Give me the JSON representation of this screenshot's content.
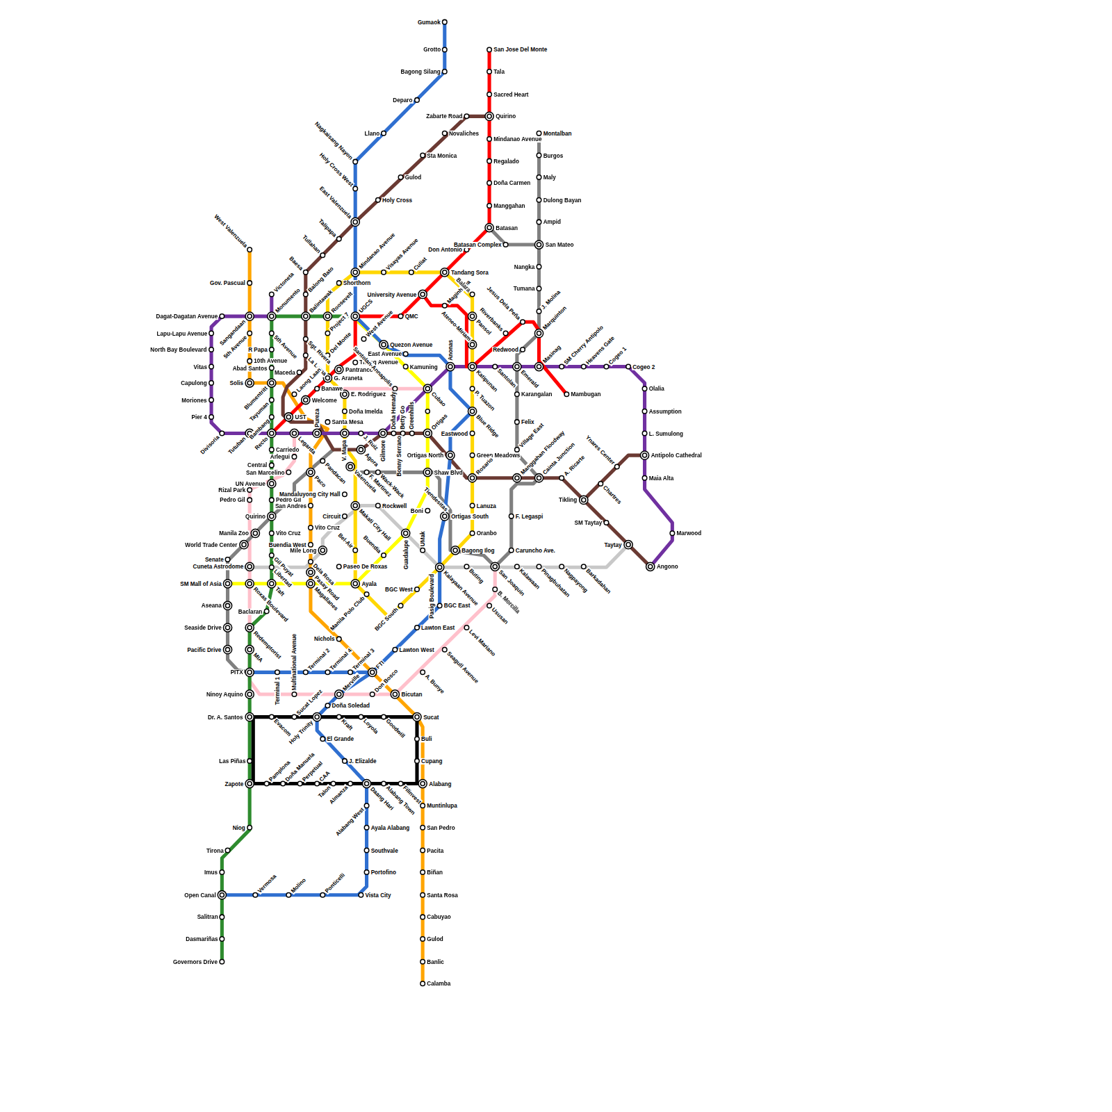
{
  "diagram": {
    "labels": [
      "Gumaok",
      "Grotto",
      "Bagong Silang",
      "Deparo",
      "Llano",
      "Nagkaisang Nayon",
      "Holy Cross West",
      "East Valenzuela",
      "Talipapa",
      "Tullahan",
      "Baesa",
      "Holy Cross",
      "Gulod",
      "Sta Monica",
      "Novaliches",
      "Zabarte Road",
      "Quirino",
      "San Jose Del Monte",
      "Tala",
      "Sacred Heart",
      "Mindanao Avenue",
      "Regalado",
      "Doña Carmen",
      "Manggahan",
      "Batasan",
      "Batasan Complex",
      "Montalban",
      "Burgos",
      "Maly",
      "Dulong Bayan",
      "Ampid",
      "San Mateo",
      "Nangka",
      "Tumana",
      "J. Molina",
      "Marquinton",
      "Don Antonio",
      "Tandang Sora",
      "Culiat",
      "Visayas Avenue",
      "Mindanao Avenue",
      "Shorthorn",
      "University Avenue",
      "Maginhawa",
      "Balara",
      "Ateneo-Miriam",
      "Pansol",
      "Jesus Dela Peña",
      "Riverbanks",
      "Redwood",
      "QMC",
      "UGCS",
      "Roosevelt",
      "Balintawak",
      "Balong Bato",
      "Monumento",
      "Victoneta",
      "Sangandaan",
      "West Valenzuela",
      "Gov. Pascual",
      "Dagat-Dagatan Avenue",
      "Lapu-Lapu Avenue",
      "North Bay Boulevard",
      "Vitas",
      "Capulong",
      "Moriones",
      "Pier 4",
      "Divisoria",
      "Tutuban",
      "5th Avenue",
      "5th Avenue",
      "R Papa",
      "10th Avenue",
      "Abad Santos",
      "Maceda",
      "Sgt. Rivera",
      "La Loma",
      "Project 7",
      "Del Monte",
      "West Avenue",
      "Quezon Avenue",
      "East Avenue",
      "Kamuning",
      "Timog Avenue",
      "Pantranco",
      "G. Araneta",
      "Banawe",
      "Welcome",
      "E. Rodriguez",
      "Doña Imelda",
      "Santa Mesa",
      "UST",
      "Laong Laan",
      "Blumentritt",
      "Solis",
      "Tayuman",
      "Bambang",
      "Recto",
      "Legarda",
      "Pureza",
      "V. Mapa",
      "J. Ruiz",
      "Gilmore",
      "Santolan-Annapolis",
      "Doña Hemady",
      "Betty Go",
      "Greenhills",
      "Bonny Serrano",
      "Ortigas",
      "Cubao",
      "Anonas",
      "Katipunan",
      "Santolan",
      "Emerald",
      "Masinag",
      "SM Cherry Antipolo",
      "Heavens Gate",
      "Cogeo 1",
      "Cogeo 2",
      "Olalia",
      "Assumption",
      "L. Sumulong",
      "Antipolo Cathedral",
      "Maia Alta",
      "Marwood",
      "Angono",
      "Taytay",
      "SM Taytay",
      "Tikling",
      "Chartres",
      "Ynares Center",
      "A. Ricarte",
      "Cainta Junction",
      "Manggahan Floodway",
      "Village East",
      "Felix",
      "Karangalan",
      "Mambugan",
      "P. Tuazon",
      "Blue Ridge",
      "Eastwood",
      "Green Meadows",
      "Ortigas North",
      "Shaw Blvd",
      "Rosario",
      "Lanuza",
      "Tiendesitas",
      "Ortigas South",
      "Oranbo",
      "Boni",
      "Guadalupe",
      "UMak",
      "Pasig Boulevard",
      "Kalayaan Avenue",
      "BGC West",
      "BGC East",
      "BGC South",
      "Manila Polo Club",
      "Buendia",
      "Bagong Ilog",
      "Buting",
      "San Joaquin",
      "Kalawaan",
      "Pinagbuhatan",
      "Nagpayong",
      "Barkadahan",
      "Caruncho Ave.",
      "F. Legaspi",
      "B. Morcilla",
      "Ususan",
      "Levi Mariano",
      "Seagull Avenue",
      "A. Bunye",
      "Lawton East",
      "Lawton West",
      "FTI",
      "Bicutan",
      "Don Bosco",
      "Merville",
      "Doña Soledad",
      "Terminal 3",
      "Terminal 4",
      "Terminal 2",
      "Terminal 1",
      "Multinational Avenue",
      "Nichols",
      "Sucat",
      "Buli",
      "Cupang",
      "Alabang",
      "Goodwill",
      "Loyola",
      "Kraft",
      "Holy Trinity",
      "Sucat Lopez",
      "Evacom",
      "El Grande",
      "J. Elizalde",
      "Daang Hari",
      "Alabang Town",
      "Filinvest",
      "Almanza",
      "Talon",
      "CAA",
      "Perpetual",
      "Doña Manuela",
      "Pamplona",
      "Zapote",
      "Las Piñas",
      "Dr. A. Santos",
      "Ninoy Aquino",
      "PITX",
      "MIA",
      "Pacific Drive",
      "Redemptorist",
      "Seaside Drive",
      "Aseana",
      "Baclaran",
      "Roxas Boulevard",
      "SM Mall of Asia",
      "Taft",
      "Cuneta Astrodome",
      "Senate",
      "Libertad",
      "Gil Puyat",
      "Buendia West",
      "Vito Cruz",
      "Vito Cruz",
      "San Andres",
      "Pedro Gil",
      "Pedro Gil",
      "Rizal Park",
      "UN Avenue",
      "San Marcelino",
      "Central",
      "Arlegui",
      "Carriedo",
      "Quirino",
      "Manila Zoo",
      "World Trade Center",
      "Mile Long",
      "Dela Rosa",
      "Pasay Road",
      "Magallanes",
      "Paseo De Roxas",
      "Bel-Air",
      "Circuit",
      "Makati City Hall",
      "Rockwell",
      "Ayala",
      "Mandaluyong City Hall",
      "Paco",
      "Pandacan",
      "Agora",
      "Valenzuela",
      "F. Martinez",
      "Wack-Wack",
      "Niog",
      "Tirona",
      "Imus",
      "Open Canal",
      "Salitran",
      "Dasmariñas",
      "Governors Drive",
      "Vermosa",
      "Molino",
      "Ponticelli",
      "Vista City",
      "Portofino",
      "Southvale",
      "Ayala Alabang",
      "Alabang West",
      "Muntinlupa",
      "San Pedro",
      "Pacita",
      "Biñan",
      "Santa Rosa",
      "Cabuyao",
      "Gulod",
      "Banlic",
      "Calamba"
    ]
  }
}
